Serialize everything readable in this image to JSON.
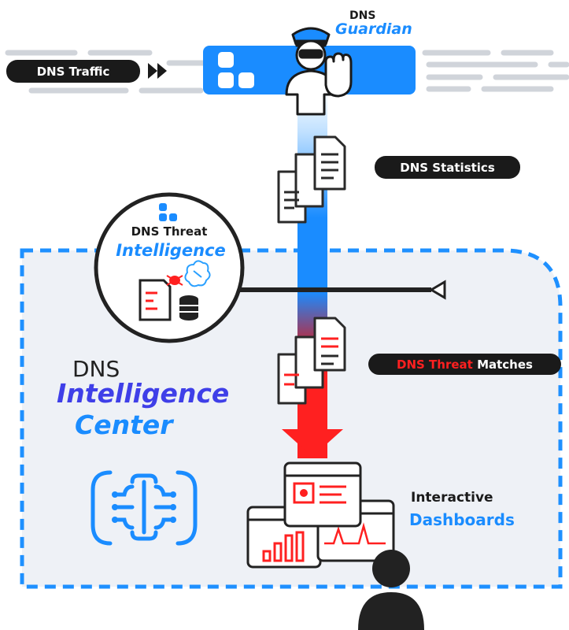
{
  "traffic_label": "DNS Traffic",
  "guardian": {
    "prefix": "DNS",
    "name": "Guardian"
  },
  "statistics_label": "DNS Statistics",
  "threat_intel": {
    "line1": "DNS Threat",
    "line2": "Intelligence"
  },
  "matches": {
    "part1": "DNS Threat",
    "part2": " Matches"
  },
  "intel_center": {
    "line1": "DNS",
    "line2": "Intelligence",
    "line3": "Center"
  },
  "dashboards": {
    "line1": "Interactive",
    "line2": "Dashboards"
  },
  "colors": {
    "blue": "#1a8cff",
    "red": "#ff2020",
    "dark": "#1a1a1a",
    "panel": "#eef1f6",
    "dash_border": "#1e90ff"
  }
}
